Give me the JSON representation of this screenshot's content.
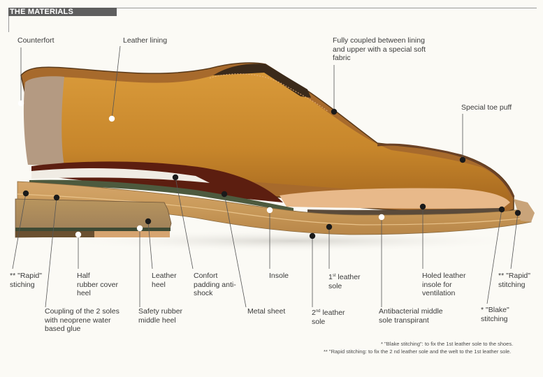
{
  "header": {
    "title": "THE MATERIALS"
  },
  "colors": {
    "heading_bg": "#5e5e5e",
    "leather": "#c98a2e",
    "sole": "#c9a063",
    "heel": "#a98a60",
    "dot_dark": "#1a1a1a",
    "dot_light": "#ffffff"
  },
  "labels": {
    "counterfort": "Counterfort",
    "leather_lining": "Leather lining",
    "fully_coupled": "Fully coupled between lining\nand upper with a special soft\nfabric",
    "toe_puff": "Special toe puff",
    "rapid_heel": "** \"Rapid\"\n   stiching",
    "half_rubber": "Half\nrubber cover\nheel",
    "leather_heel": "Leather\nheel",
    "confort": "Confort\npadding anti-\nshock",
    "insole": "Insole",
    "first_sole_pre": "1",
    "first_sole_sup": "st",
    "first_sole_post": " leather\nsole",
    "holed_insole": "Holed leather\ninsole for\nventilation",
    "rapid_toe": "** \"Rapid\"\n   stitching",
    "coupling": "Coupling of the 2 soles\nwith neoprene water\nbased glue",
    "safety_rubber": "Safety rubber\nmiddle heel",
    "metal_sheet": "Metal sheet",
    "second_sole_pre": "2",
    "second_sole_sup": "nd",
    "second_sole_post": " leather\nsole",
    "antibacterial": "Antibacterial middle\nsole transpirant",
    "blake": "* \"Blake\"\n  stitching"
  },
  "footnotes": [
    "*   \"Blake stitching\": to fix the 1st leather sole to the shoes.",
    "**  \"Rapid stitching: to fix the 2 nd leather sole and the welt to the 1st leather sole."
  ]
}
